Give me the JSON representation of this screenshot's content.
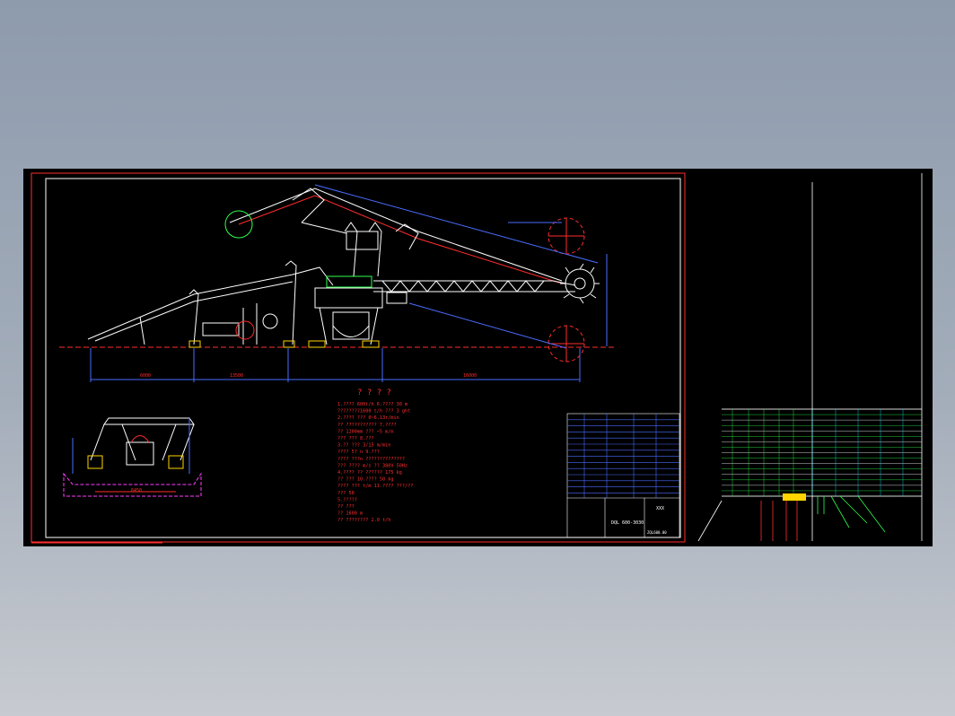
{
  "drawing": {
    "tech_heading": "? ? ? ?",
    "notes": [
      "1.????      600t/h      6.????        30 m",
      "  ????????1600   t/h    ???           3 ght",
      "2.????                  ???          0~6.13r/min",
      "  ??      ???????????   7.????",
      "  ??     1200mm         ???          ~5 m/m",
      "  ???      ???          8.???",
      "3.??                    ???         3/15 m/min",
      "  ????      5? n        9.???",
      "  ????     ???n         ??????????????",
      "  ???     ????  m/s     ??        380V 50Hz",
      "4.????                  ??     ?????? 175 kg",
      "  ??       ???          10.????     50 kg",
      "  ????    ??? t/m       11.????     ???/??",
      "  ???       50",
      "5.?????",
      "  ??         ???",
      "  ??        1600 m",
      "  ?? ???????? 2.0 t/h"
    ],
    "dimension_labels": [
      "6000",
      "13500",
      "16000",
      "6450"
    ],
    "title_block_label": "XXX",
    "drawing_number": "DQL 600-3030",
    "drawing_code": "ZQL600.00"
  },
  "parts_list": {
    "rows": 16,
    "columns": 8
  },
  "colors": {
    "background": "#000000",
    "structure": "#ffffff",
    "dimension": "#4a6dff",
    "annotation": "#ff2d2d",
    "green": "#2dff4a",
    "cyan": "#00e5ff",
    "magenta": "#ff3cff",
    "yellow": "#ffd400"
  }
}
